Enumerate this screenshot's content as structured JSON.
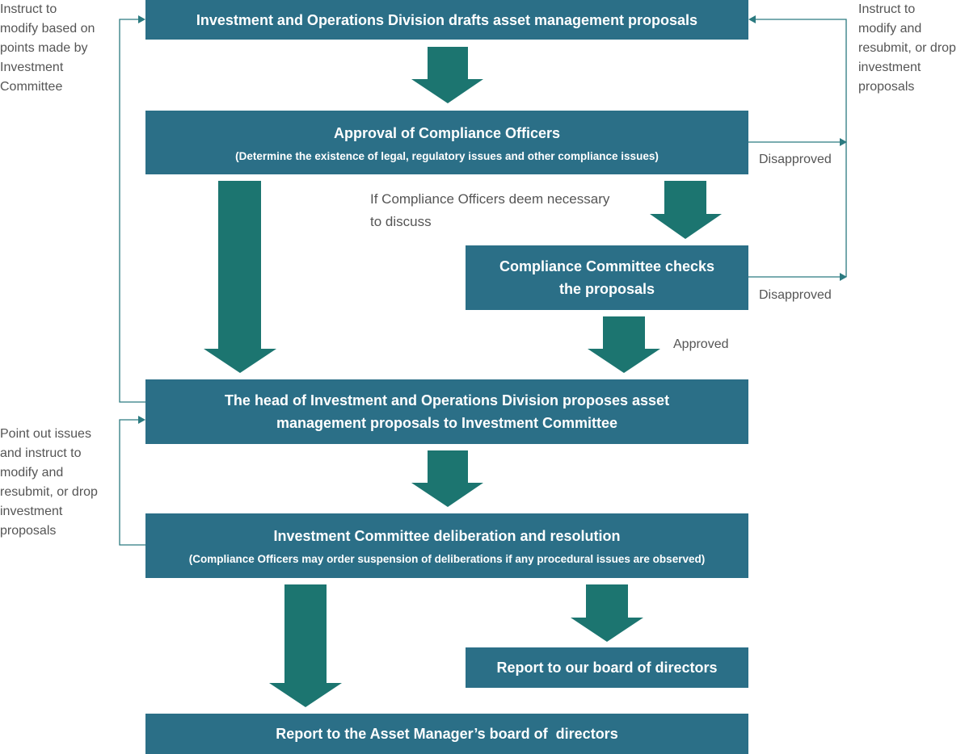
{
  "colors": {
    "box": "#2b6f87",
    "arrow": "#1c7570",
    "line": "#2b7a80",
    "text_muted": "#555555"
  },
  "boxes": {
    "draft": {
      "title": "Investment and Operations Division drafts asset management proposals"
    },
    "compliance_officers": {
      "title": "Approval of Compliance Officers",
      "subtitle": "(Determine the existence of legal, regulatory issues and other compliance issues)"
    },
    "compliance_committee": {
      "title": "Compliance Committee checks\nthe proposals"
    },
    "head_proposes": {
      "title": "The head of Investment and Operations Division proposes asset\nmanagement proposals to Investment Committee"
    },
    "investment_committee": {
      "title": "Investment Committee deliberation and resolution",
      "subtitle": "(Compliance Officers may order suspension of deliberations if any procedural issues are observed)"
    },
    "report_board": {
      "title": "Report to our board of directors"
    },
    "report_asset_manager": {
      "title": "Report to the Asset Manager’s board of  directors"
    }
  },
  "notes": {
    "left_top": "Instruct to\nmodify based on\npoints made by\nInvestment\nCommittee",
    "right_top": "Instruct to\nmodify and\nresubmit, or drop\ninvestment\nproposals",
    "left_bottom": "Point out issues\nand instruct to\nmodify and\nresubmit, or drop\ninvestment\nproposals"
  },
  "labels": {
    "disapproved_1": "Disapproved",
    "disapproved_2": "Disapproved",
    "approved": "Approved",
    "if_necessary": "If Compliance Officers deem necessary\nto discuss"
  }
}
